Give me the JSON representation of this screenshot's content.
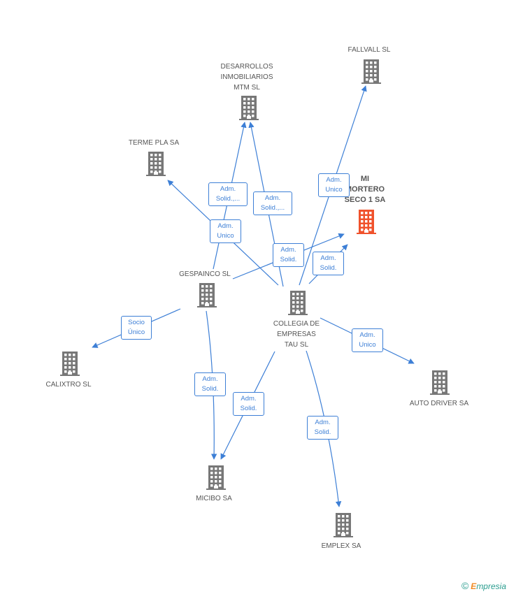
{
  "nodes": {
    "desarrollos": {
      "label": "DESARROLLOS\nINMOBILIARIOS\nMTM SL",
      "color": "#777777"
    },
    "fallvall": {
      "label": "FALLVALL SL",
      "color": "#777777"
    },
    "terme": {
      "label": "TERME PLA SA",
      "color": "#777777"
    },
    "mortero": {
      "label": "MI\nMORTERO\nSECO 1 SA",
      "color": "#f0522c"
    },
    "gespainco": {
      "label": "GESPAINCO SL",
      "color": "#777777"
    },
    "collegia": {
      "label": "COLLEGIA DE\nEMPRESAS\nTAU SL",
      "color": "#777777"
    },
    "calixtro": {
      "label": "CALIXTRO SL",
      "color": "#777777"
    },
    "autodriver": {
      "label": "AUTO DRIVER SA",
      "color": "#777777"
    },
    "micibo": {
      "label": "MICIBO SA",
      "color": "#777777"
    },
    "emplex": {
      "label": "EMPLEX SA",
      "color": "#777777"
    }
  },
  "edge_labels": {
    "e1": "Adm.\nSolid.,...",
    "e2": "Adm.\nSolid.,...",
    "e3": "Adm.\nUnico",
    "e4": "Adm.\nUnico",
    "e5": "Adm.\nSolid.",
    "e6": "Adm.\nSolid.",
    "e7": "Socio\nÚnico",
    "e8": "Adm.\nUnico",
    "e9": "Adm.\nSolid.",
    "e10": "Adm.\nSolid.",
    "e11": "Adm.\nSolid."
  },
  "colors": {
    "edge": "#3d7fd6",
    "icon": "#777777",
    "focus_icon": "#f0522c"
  },
  "footer": {
    "copyright": "©",
    "brand_first": "E",
    "brand_rest": "mpresia"
  }
}
